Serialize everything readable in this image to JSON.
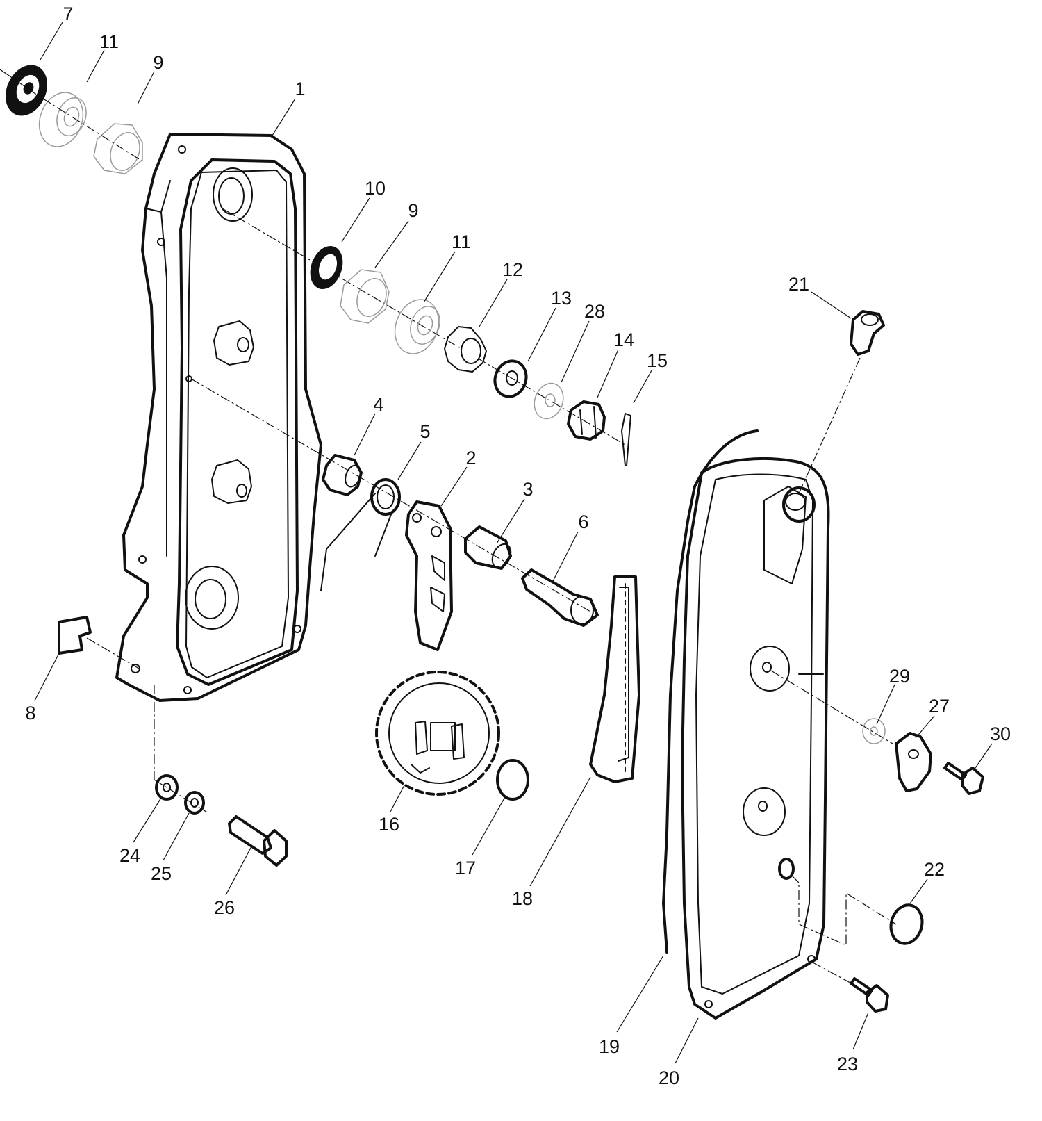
{
  "diagram": {
    "callouts": [
      {
        "id": "c7a",
        "text": "7"
      },
      {
        "id": "c11a",
        "text": "11"
      },
      {
        "id": "c9a",
        "text": "9"
      },
      {
        "id": "c1",
        "text": "1"
      },
      {
        "id": "c10",
        "text": "10"
      },
      {
        "id": "c9b",
        "text": "9"
      },
      {
        "id": "c11b",
        "text": "11"
      },
      {
        "id": "c12",
        "text": "12"
      },
      {
        "id": "c13",
        "text": "13"
      },
      {
        "id": "c28",
        "text": "28"
      },
      {
        "id": "c14",
        "text": "14"
      },
      {
        "id": "c15",
        "text": "15"
      },
      {
        "id": "c21",
        "text": "21"
      },
      {
        "id": "c4",
        "text": "4"
      },
      {
        "id": "c5",
        "text": "5"
      },
      {
        "id": "c2",
        "text": "2"
      },
      {
        "id": "c3",
        "text": "3"
      },
      {
        "id": "c6",
        "text": "6"
      },
      {
        "id": "c8",
        "text": "8"
      },
      {
        "id": "c29",
        "text": "29"
      },
      {
        "id": "c27",
        "text": "27"
      },
      {
        "id": "c30",
        "text": "30"
      },
      {
        "id": "c16",
        "text": "16"
      },
      {
        "id": "c17",
        "text": "17"
      },
      {
        "id": "c18",
        "text": "18"
      },
      {
        "id": "c24",
        "text": "24"
      },
      {
        "id": "c25",
        "text": "25"
      },
      {
        "id": "c26",
        "text": "26"
      },
      {
        "id": "c22",
        "text": "22"
      },
      {
        "id": "c19",
        "text": "19"
      },
      {
        "id": "c20",
        "text": "20"
      },
      {
        "id": "c23",
        "text": "23"
      }
    ]
  }
}
